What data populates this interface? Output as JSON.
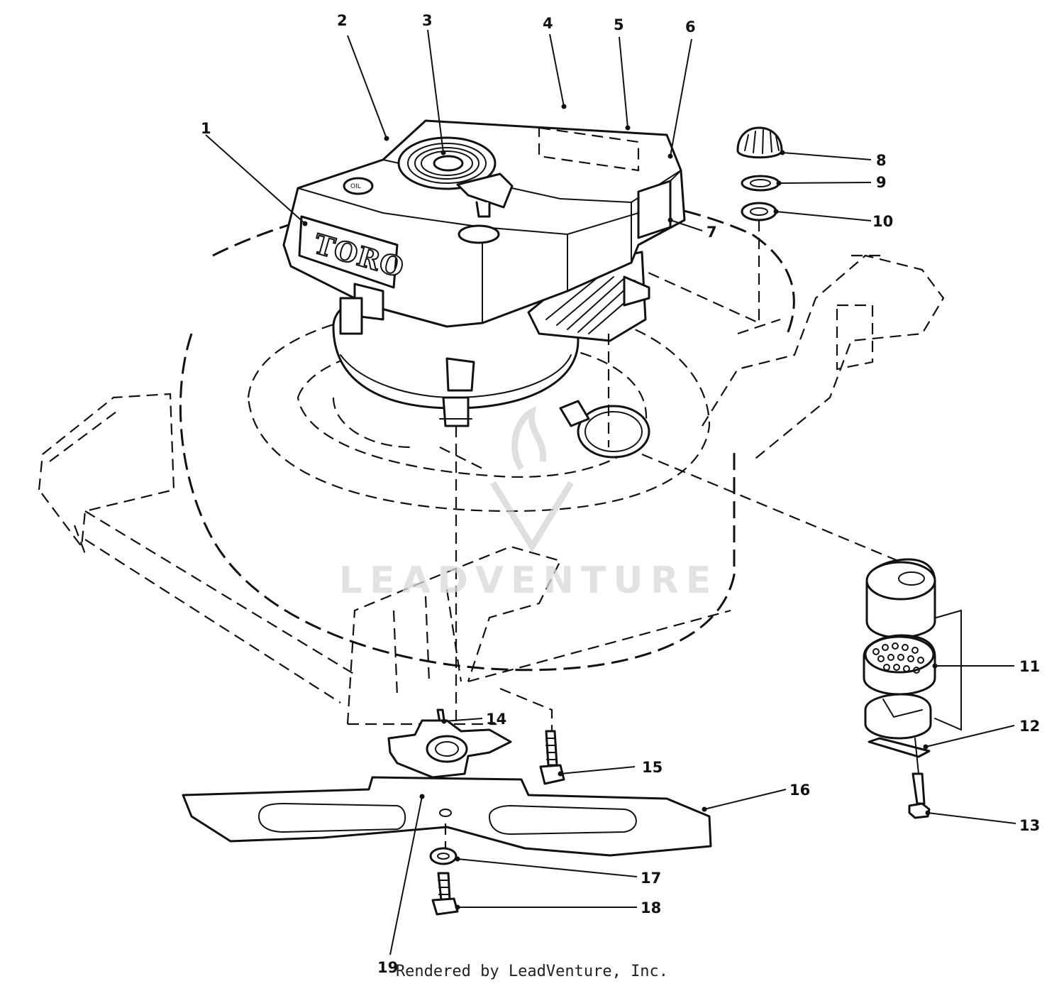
{
  "diagram": {
    "brand_label": "TORO",
    "oil_cap_label": "OIL",
    "watermark_text": "LEADVENTURE",
    "callouts": [
      "1",
      "2",
      "3",
      "4",
      "5",
      "6",
      "7",
      "8",
      "9",
      "10",
      "11",
      "12",
      "13",
      "14",
      "15",
      "16",
      "17",
      "18",
      "19"
    ]
  },
  "footer": {
    "credit": "Rendered by LeadVenture, Inc."
  },
  "colors": {
    "ink": "#111111",
    "paper": "#ffffff",
    "watermark": "#d2d2d2"
  }
}
